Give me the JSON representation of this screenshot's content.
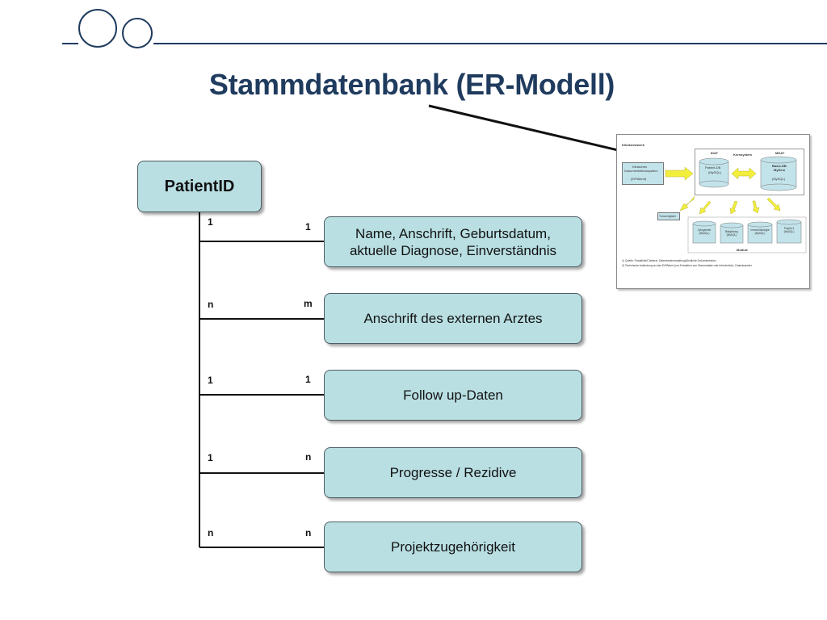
{
  "title": "Stammdatenbank (ER-Modell)",
  "main_entity": "PatientID",
  "relations": [
    {
      "label": "Name, Anschrift, Geburtsdatum, aktuelle Diagnose, Einverständnis",
      "line1": "Name, Anschrift, Geburtsdatum,",
      "line2": "aktuelle Diagnose, Einverständnis",
      "card_left": "1",
      "card_right": "1"
    },
    {
      "label": "Anschrift des externen Arztes",
      "card_left": "n",
      "card_right": "m"
    },
    {
      "label": "Follow up-Daten",
      "card_left": "1",
      "card_right": "1"
    },
    {
      "label": "Progresse / Rezidive",
      "card_left": "1",
      "card_right": "n"
    },
    {
      "label": "Projektzugehörigkeit",
      "card_left": "n",
      "card_right": "n"
    }
  ],
  "thumbnail": {
    "network": "Kliniknetzwerk",
    "idat": "IDAT",
    "kernsystem": "Kernsystem",
    "mdat": "MDAT",
    "kds_line1": "Klinisches",
    "kds_line2": "Dokumentationssystem",
    "kds_line3": "(ErPAtient)",
    "patient_db": "Patient-DB",
    "patient_db_sub": "(MySQL)",
    "basis_db": "Basis-DB",
    "basis_db_line2": "MySem",
    "basis_db_sub": "(MySQL)",
    "tumorregister": "Tumorregister",
    "module_1": "Zytogenetik (MySQL)",
    "module_2": "Bildgebung (MySQL)",
    "module_3": "Immunhistologie (MySQL)",
    "module_4": "Projekt 4 (MySQL)",
    "module_label": "Module",
    "footnote_1": "1)   Quelle: Paraklinik/Chefarzt, Datenbankverwaltung/Ärztliche Dokumentation",
    "footnote_2": "2)   Technische Anbindung an das ErPAtient (zur Extraktion von Stammdaten wie erforderlich), Datentransfer"
  },
  "colors": {
    "title": "#1f3b5e",
    "entity_fill": "#b9dfe3",
    "entity_border": "#4d5c63",
    "arrow_yellow": "#f2ee3c"
  }
}
